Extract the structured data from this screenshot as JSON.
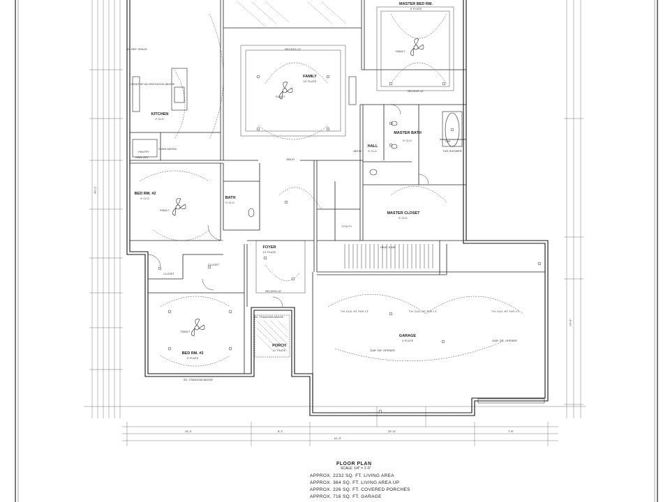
{
  "rooms": {
    "master_bed": {
      "name": "MASTER BED RM.",
      "plate": "9' PLATE"
    },
    "family": {
      "name": "FAMILY",
      "plate": "10' PLATE"
    },
    "kitchen": {
      "name": "KITCHEN",
      "note": "9' CLG."
    },
    "master_bath": {
      "name": "MASTER BATH",
      "note": "9' CLG."
    },
    "master_closet": {
      "name": "MASTER CLOSET",
      "note": "9' CLG."
    },
    "hall": {
      "name": "HALL",
      "note": "9' CLG."
    },
    "bed2": {
      "name": "BED RM. #2",
      "note": "9' CLG."
    },
    "bed3": {
      "name": "BED RM. #3",
      "plate": "9' PLATE"
    },
    "bath": {
      "name": "BATH",
      "note": "9' CLG."
    },
    "foyer": {
      "name": "FOYER",
      "plate": "10' PLATE"
    },
    "porch": {
      "name": "PORCH",
      "plate": "12' PLATE"
    },
    "garage": {
      "name": "GARAGE",
      "plate": "9' PLATE"
    },
    "pantry": {
      "name": "PANTRY"
    },
    "closet": {
      "name": "CLOSET"
    },
    "closet2": {
      "name": "CLOSET"
    },
    "laundry": {
      "name": "UTILITY"
    }
  },
  "notes": {
    "recess_family": "RECESS 12\"",
    "recess_master": "RECESS 12\"",
    "recess_foyer": "RECESS 12\"",
    "fan_label": "FAN/LT.",
    "fan_label_2": "FAN/LT.",
    "fan_label_3": "FAN/LT.",
    "fan_label_4": "FAN/LT.",
    "garage_opener_1": "GAR. DR. OPENER",
    "garage_opener_2": "GAR. DR. OPENER",
    "heat_air": "HEAT & AIR",
    "ref_space": "40\" REF. SPACE",
    "cooktop": "COOKTOP W/ VENTHOOD ABOVE",
    "oven": "OVEN MICRO",
    "shelves": "SHELVES",
    "transom": "SD. TRANSOM ABOVE",
    "transom_bed3": "SD. TRANSOM ABOVE",
    "tile_shower": "TILE SHOWER",
    "tub": "TUB",
    "garage_light_1": "T.H. CLG. HT. FLR. LT.",
    "garage_light_2": "T.H. CLG. HT. FLR. LT.",
    "garage_light_3": "T.H. CLG. HT. FLR. LT.",
    "arch_1": "ARCH",
    "arch_2": "ARCH",
    "dim_bottom_1": "16'-4\"",
    "dim_bottom_2": "8'-1\"",
    "dim_bottom_3": "23'-11\"",
    "dim_bottom_4": "7'-8\"",
    "dim_total": "61'-3\"",
    "dim_left": "40'-1\"",
    "dim_right": "24'-0\""
  },
  "title_block": {
    "title": "FLOOR PLAN",
    "scale": "SCALE: 1/4\" = 1'-0\"",
    "lines": [
      "APPROX. 2232 SQ. FT. LIVING AREA",
      "APPROX. 364 SQ. FT. LIVING AREA UP",
      "APPROX. 226 SQ. FT. COVERED PORCHES",
      "APPROX. 716 SQ. FT. GARAGE"
    ]
  }
}
